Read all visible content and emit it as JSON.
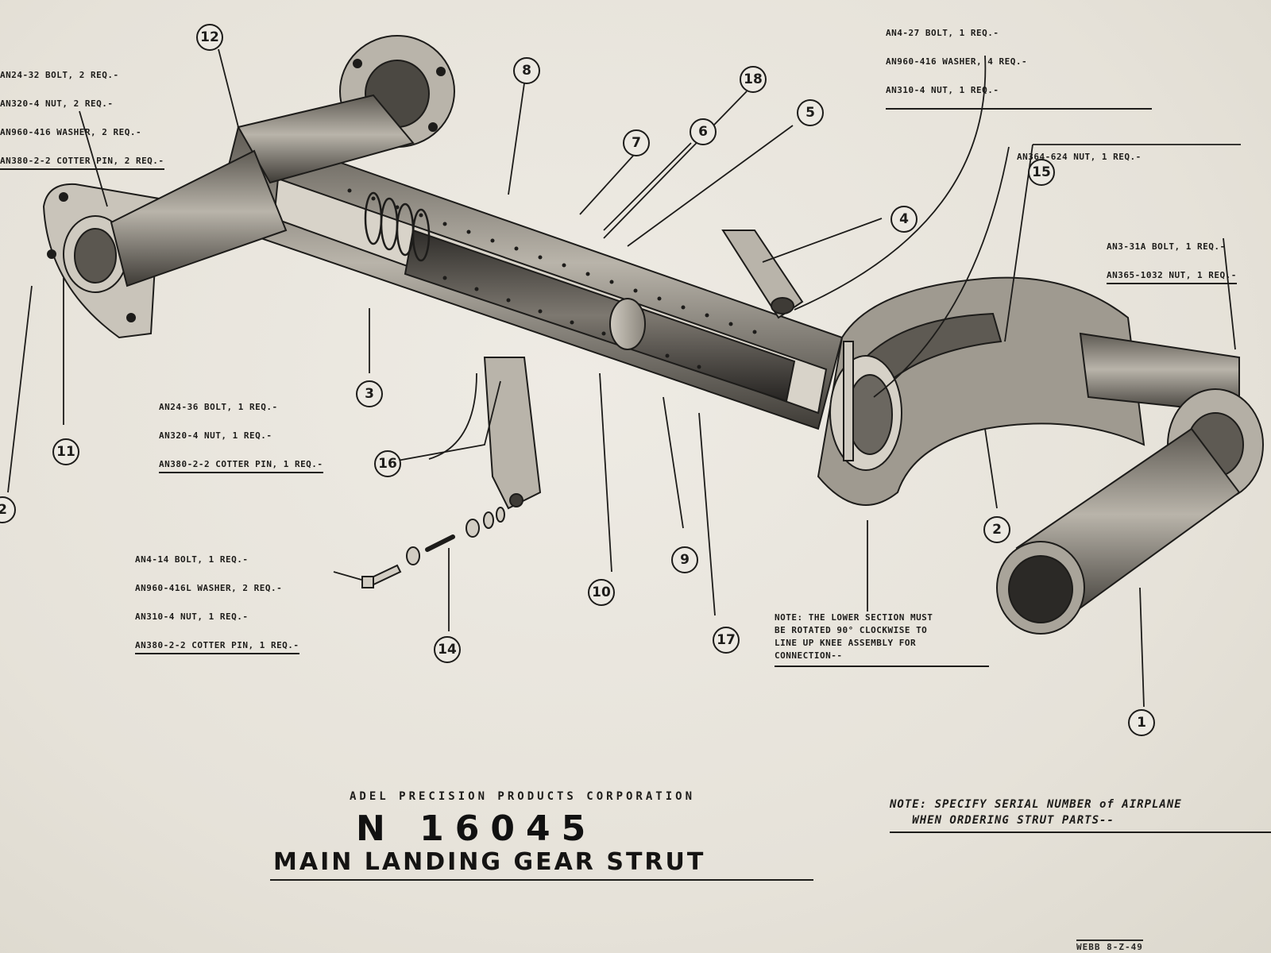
{
  "drawing": {
    "company": "ADEL PRECISION PRODUCTS CORPORATION",
    "part_number": "N 16045",
    "title": "MAIN LANDING GEAR STRUT",
    "serial_note": "NOTE: SPECIFY SERIAL NUMBER of AIRPLANE\n   WHEN ORDERING STRUT PARTS--",
    "knee_note": "NOTE: THE LOWER SECTION MUST\nBE ROTATED 90° CLOCKWISE TO\nLINE UP KNEE ASSEMBLY FOR\nCONNECTION--",
    "stamp": "WEBB 8-Z-49"
  },
  "hardware_notes": {
    "top_left": [
      "AN24-32 BOLT, 2 REQ.-",
      "AN320-4 NUT, 2 REQ.-",
      "AN960-416 WASHER, 2 REQ.-",
      "AN380-2-2 COTTER PIN, 2 REQ.-"
    ],
    "top_right": [
      "AN4-27 BOLT, 1 REQ.-",
      "AN960-416 WASHER, 4 REQ.-",
      "AN310-4 NUT, 1 REQ.-"
    ],
    "nut_624": [
      "AN364-624 NUT, 1 REQ.-"
    ],
    "right_bolt": [
      "AN3-31A BOLT, 1 REQ.-",
      "AN365-1032 NUT, 1 REQ.-"
    ],
    "mid_left": [
      "AN24-36 BOLT, 1 REQ.-",
      "AN320-4 NUT, 1 REQ.-",
      "AN380-2-2 COTTER PIN, 1 REQ.-"
    ],
    "lower_left": [
      "AN4-14 BOLT, 1 REQ.-",
      "AN960-416L WASHER, 2 REQ.-",
      "AN310-4 NUT, 1 REQ.-",
      "AN380-2-2 COTTER PIN, 1 REQ.-"
    ]
  },
  "callouts": {
    "c1": "1",
    "c2": "2",
    "c2b": "2",
    "c3": "3",
    "c4": "4",
    "c5": "5",
    "c6": "6",
    "c7": "7",
    "c8": "8",
    "c9": "9",
    "c10": "10",
    "c11": "11",
    "c12": "12",
    "c14": "14",
    "c15": "15",
    "c16": "16",
    "c17": "17",
    "c18": "18"
  },
  "colors": {
    "ink": "#1d1c1a",
    "paper": "#e9e6df",
    "shade": "#6b6760"
  }
}
